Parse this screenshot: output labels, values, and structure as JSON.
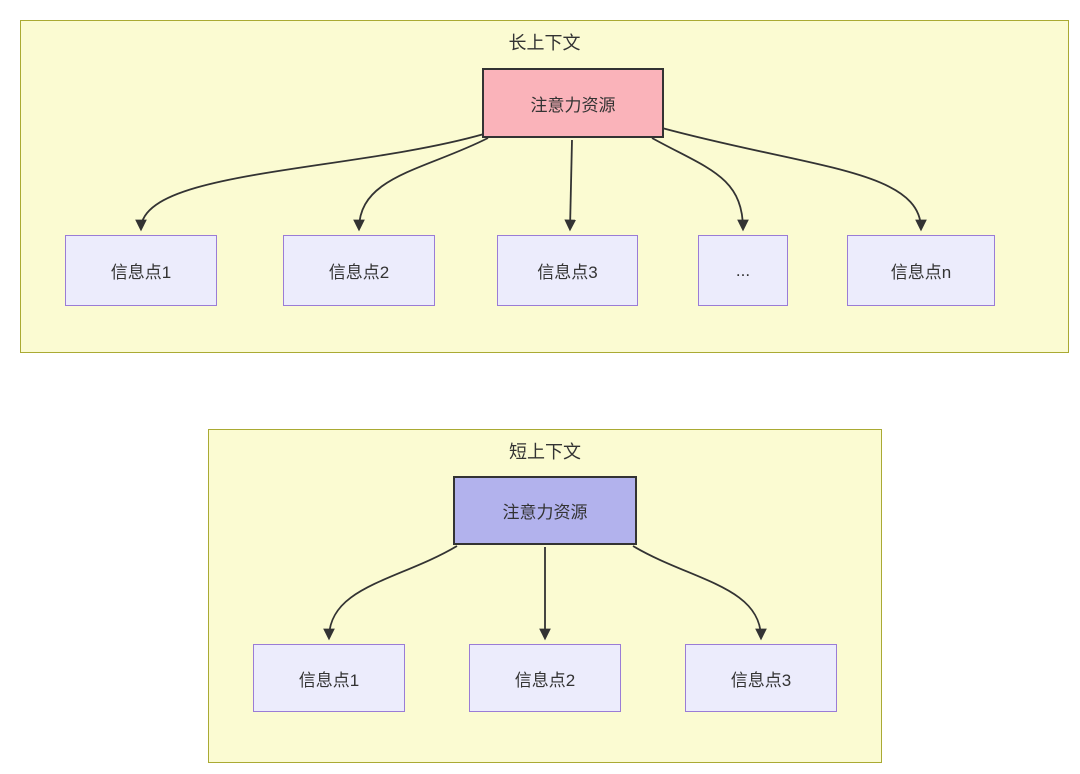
{
  "diagram": {
    "long_context": {
      "title": "长上下文",
      "attention_label": "注意力资源",
      "info_points": [
        "信息点1",
        "信息点2",
        "信息点3",
        "...",
        "信息点n"
      ]
    },
    "short_context": {
      "title": "短上下文",
      "attention_label": "注意力资源",
      "info_points": [
        "信息点1",
        "信息点2",
        "信息点3"
      ]
    },
    "colors": {
      "container_fill": "#fbfbd2",
      "container_border": "#aaaa33",
      "attention_long_fill": "#fab3ba",
      "attention_short_fill": "#b2b2ed",
      "node_border_dark": "#333333",
      "info_fill": "#ececfc",
      "info_border": "#9a7cd6",
      "arrow": "#333333",
      "text": "#333333"
    }
  }
}
